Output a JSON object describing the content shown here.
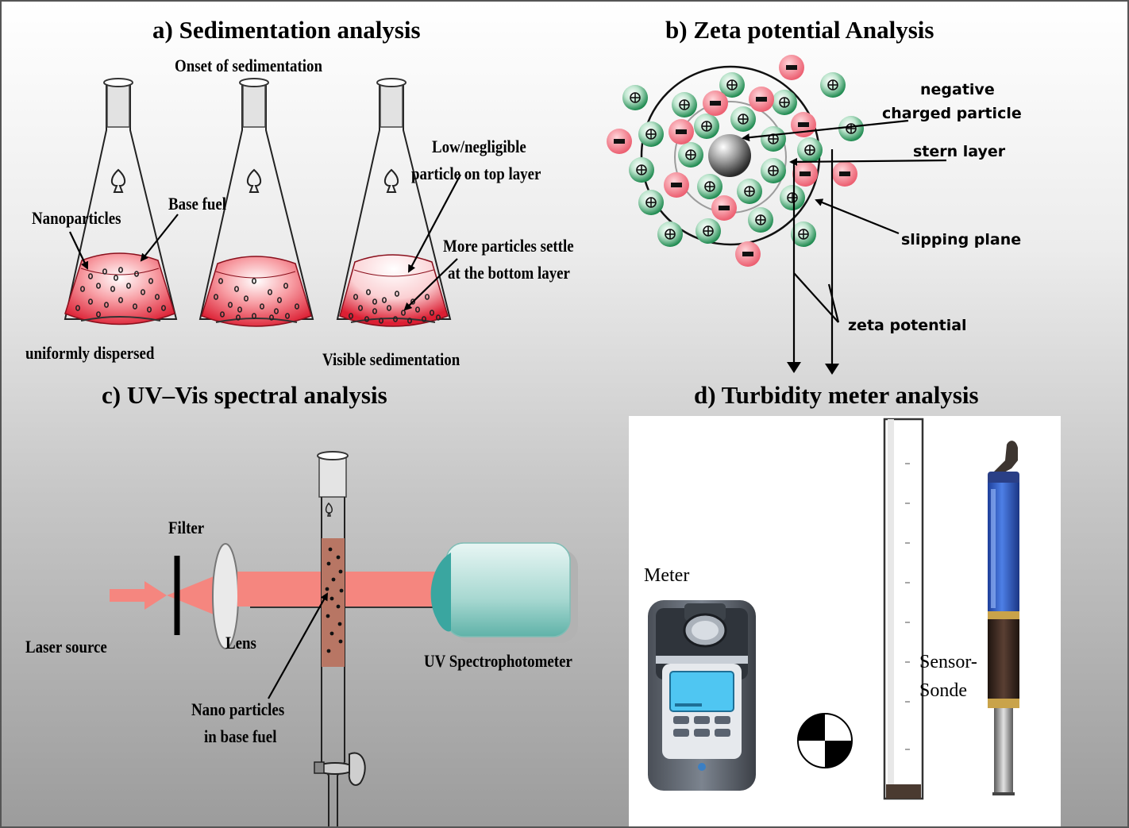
{
  "titles": {
    "a": "a) Sedimentation analysis",
    "b": "b) Zeta potential Analysis",
    "c": "c) UV–Vis spectral analysis",
    "d": "d) Turbidity meter analysis"
  },
  "sedimentation": {
    "onset": "Onset of sedimentation",
    "nanoparticles": "Nanoparticles",
    "base_fuel": "Base fuel",
    "uniform": "uniformly dispersed",
    "low_negligible_1": "Low/negligible",
    "low_negligible_2": "particle on top layer",
    "more_particles_1": "More particles settle",
    "more_particles_2": "at the bottom layer",
    "visible": "Visible sedimentation"
  },
  "zeta": {
    "negative_1": "negative",
    "negative_2": "charged particle",
    "stern": "stern layer",
    "slipping": "slipping plane",
    "zeta": "zeta potential",
    "plus_symbol": "⊕",
    "minus_symbol": "▬"
  },
  "uvvis": {
    "filter": "Filter",
    "laser": "Laser source",
    "lens": "Lens",
    "nano_1": "Nano particles",
    "nano_2": "in base fuel",
    "spectro": "UV Spectrophotometer"
  },
  "turbidity": {
    "meter": "Meter",
    "sensor_1": "Sensor-",
    "sensor_2": "Sonde"
  },
  "colors": {
    "fluid_red": "#e8283a",
    "positive_green": "#1f9a5a",
    "negative_pink": "#ee6f7e",
    "beam_pink": "#f5867f",
    "cuvette_brown": "#b87664",
    "probe_blue": "#2f5fc8",
    "spectro_teal": "#3aa6a0"
  }
}
